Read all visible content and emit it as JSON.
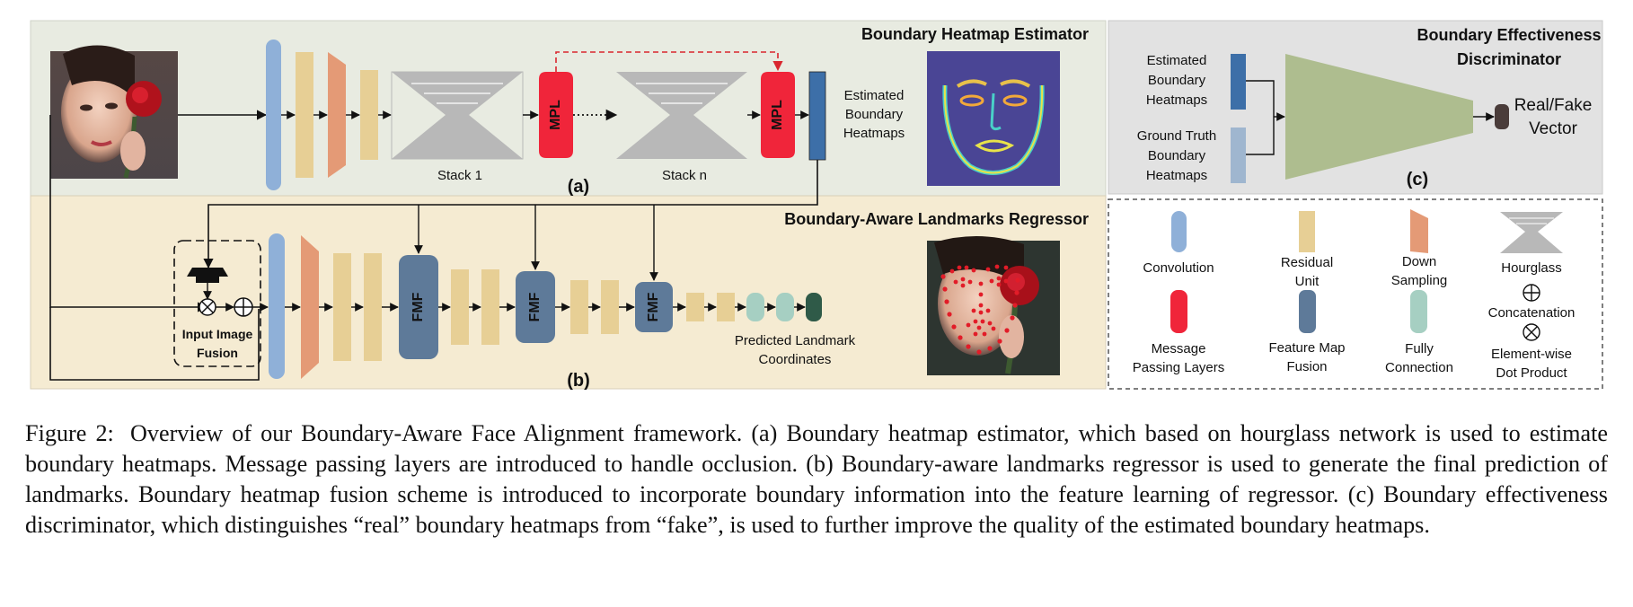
{
  "panels": {
    "a": {
      "title": "Boundary Heatmap Estimator",
      "tag": "(a)",
      "stack1": "Stack 1",
      "stackn": "Stack n",
      "mpl": "MPL",
      "output_label": [
        "Estimated",
        "Boundary",
        "Heatmaps"
      ]
    },
    "b": {
      "title": "Boundary-Aware Landmarks Regressor",
      "tag": "(b)",
      "fmf": "FMF",
      "fusion_label": [
        "Input Image",
        "Fusion"
      ],
      "output_label": [
        "Predicted Landmark",
        "Coordinates"
      ]
    },
    "c": {
      "title": [
        "Boundary Effectiveness",
        "Discriminator"
      ],
      "tag": "(c)",
      "input1": [
        "Estimated",
        "Boundary",
        "Heatmaps"
      ],
      "input2": [
        "Ground Truth",
        "Boundary",
        "Heatmaps"
      ],
      "output": [
        "Real/Fake",
        "Vector"
      ]
    }
  },
  "legend": {
    "convolution": "Convolution",
    "residual": [
      "Residual",
      "Unit"
    ],
    "down": [
      "Down",
      "Sampling"
    ],
    "hourglass": "Hourglass",
    "concat": "Concatenation",
    "mpl": [
      "Message",
      "Passing Layers"
    ],
    "fmf": [
      "Feature Map",
      "Fusion"
    ],
    "fc": [
      "Fully",
      "Connection"
    ],
    "dot": [
      "Element-wise",
      "Dot Product"
    ]
  },
  "colors": {
    "convolution": "#8fb0d8",
    "residual": "#e7cf95",
    "down_sampling": "#e49a76",
    "hourglass": "#b8b8b8",
    "mpl": "#f0253a",
    "fmf": "#5e7a99",
    "fully_connection": "#a6cfc2",
    "output_node": "#2f5a48",
    "heatmap_bar": "#3d6fa8",
    "gt_bar": "#9fb6cf",
    "discriminator": "#aebd8f",
    "panel_a_bg": "#e8ebe1",
    "panel_b_bg": "#f5ebd2",
    "panel_c_bg": "#e2e2e2"
  },
  "caption": {
    "label": "Figure 2:",
    "text": "Overview of our Boundary-Aware Face Alignment framework. (a) Boundary heatmap estimator, which based on hourglass network is used to estimate boundary heatmaps. Message passing layers are introduced to handle occlusion. (b) Boundary-aware landmarks regressor is used to generate the final prediction of landmarks. Boundary heatmap fusion scheme is introduced to incorporate boundary information into the feature learning of regressor. (c) Boundary effectiveness discriminator, which distinguishes “real” boundary heatmaps from “fake”, is used to further improve the quality of the estimated boundary heatmaps."
  }
}
